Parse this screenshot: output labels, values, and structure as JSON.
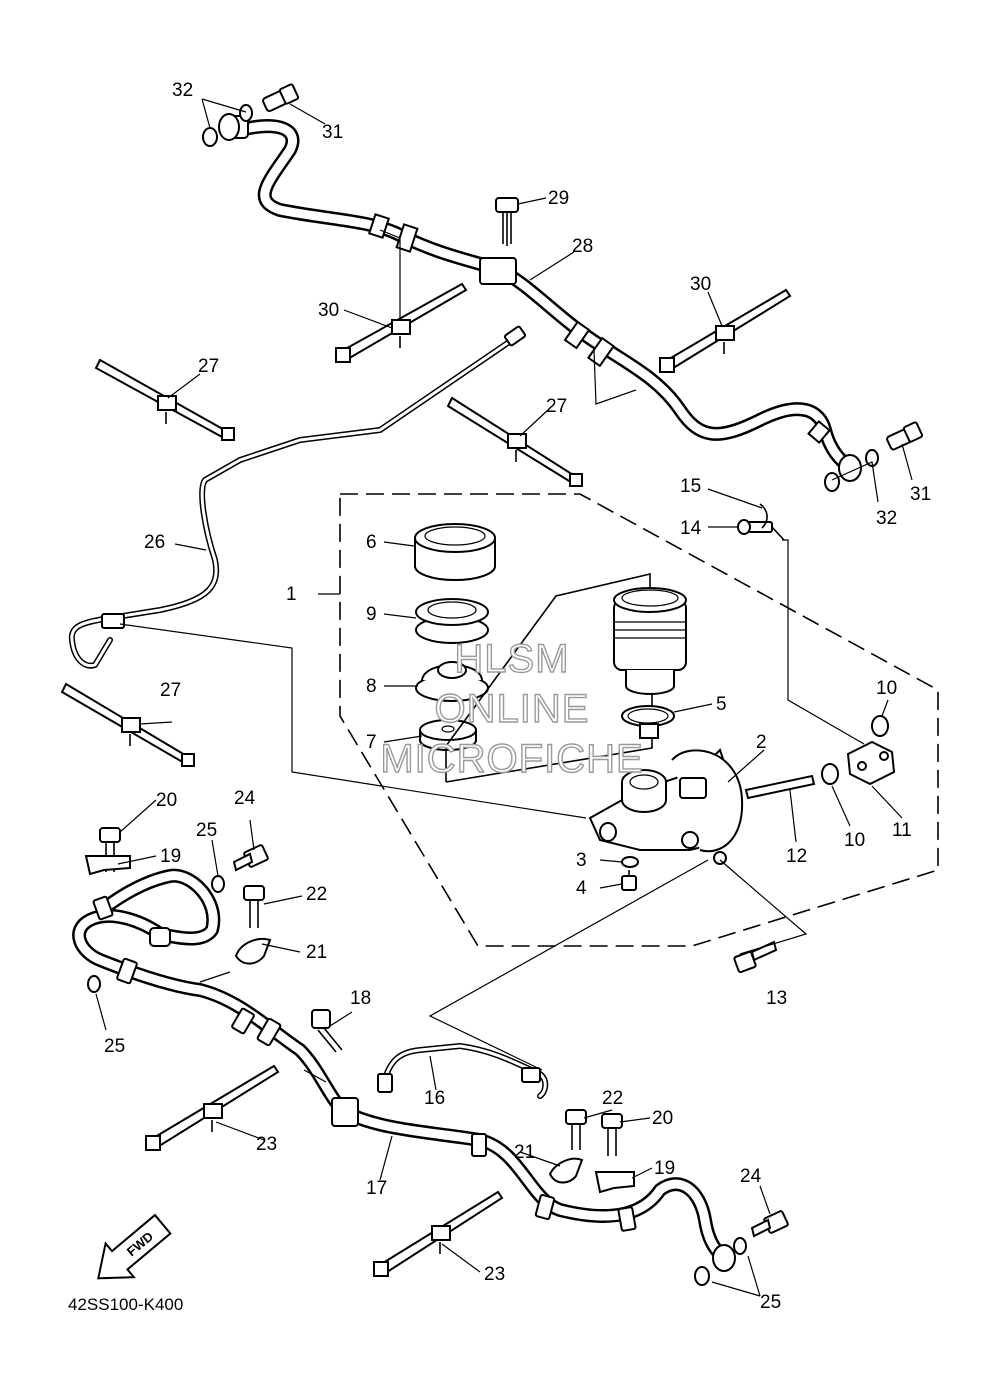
{
  "labels": {
    "p1": "1",
    "p2": "2",
    "p3": "3",
    "p4": "4",
    "p5": "5",
    "p6": "6",
    "p7": "7",
    "p8": "8",
    "p9": "9",
    "p10a": "10",
    "p10b": "10",
    "p11": "11",
    "p12": "12",
    "p13": "13",
    "p14": "14",
    "p15": "15",
    "p16": "16",
    "p17": "17",
    "p18": "18",
    "p19a": "19",
    "p19b": "19",
    "p20a": "20",
    "p20b": "20",
    "p21a": "21",
    "p21b": "21",
    "p22a": "22",
    "p22b": "22",
    "p23a": "23",
    "p23b": "23",
    "p24a": "24",
    "p24b": "24",
    "p25a": "25",
    "p25b": "25",
    "p25c": "25",
    "p26": "26",
    "p27a": "27",
    "p27b": "27",
    "p27c": "27",
    "p28": "28",
    "p29": "29",
    "p30a": "30",
    "p30b": "30",
    "p31a": "31",
    "p31b": "31",
    "p32a": "32",
    "p32b": "32"
  },
  "watermark": {
    "line1": "HLSM",
    "line2": "ONLINE",
    "line3": "MICROFICHE"
  },
  "fwd_arrow": {
    "text": "FWD"
  },
  "diagram_code": "42SS100-K400"
}
